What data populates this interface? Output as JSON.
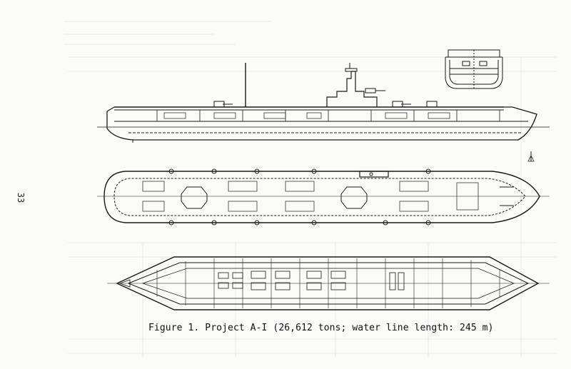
{
  "page": {
    "page_number": "33",
    "caption": "Figure 1. Project A-I (26,612 tons; water line length: 245 m)"
  },
  "drawings": {
    "views": [
      "side-elevation",
      "flight-deck-plan",
      "hangar-deck-plan",
      "midship-cross-section"
    ],
    "ink_color": "#1a1a1a",
    "paper_color": "#fbfbf9"
  }
}
